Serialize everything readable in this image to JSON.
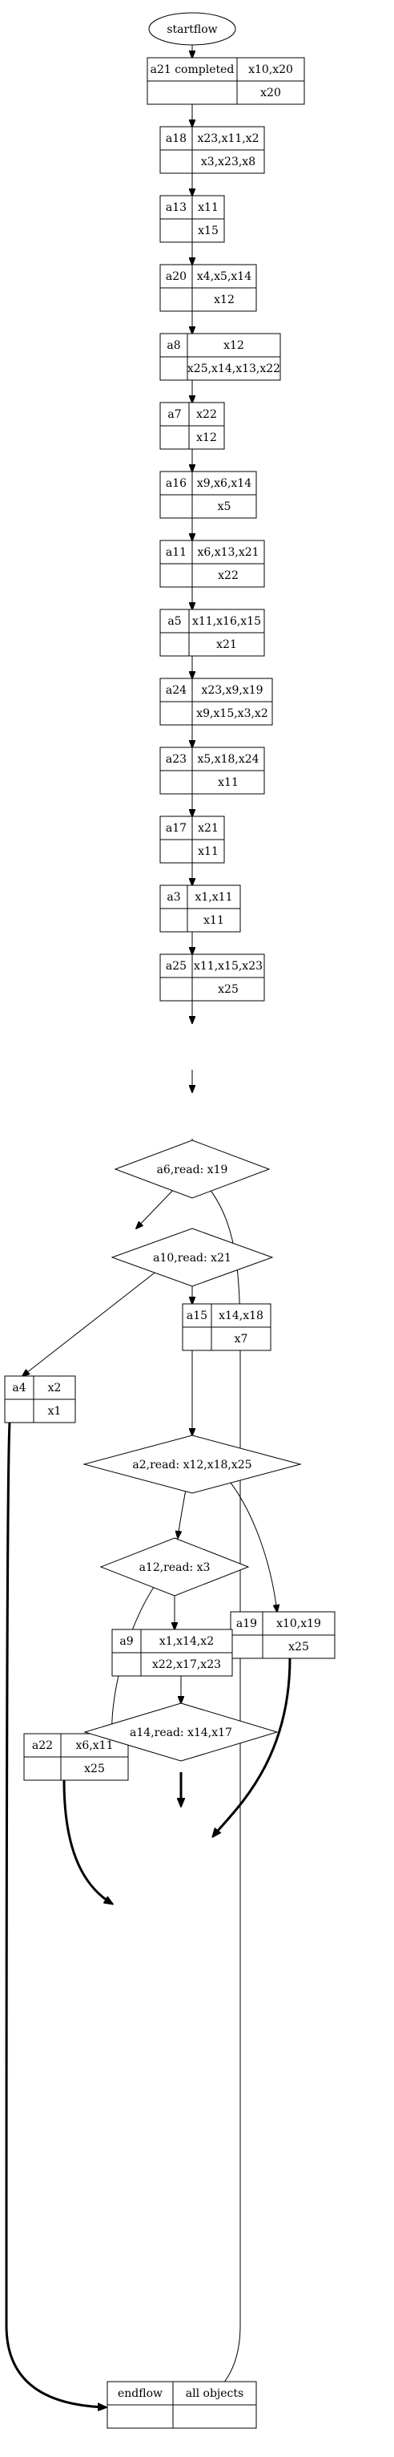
{
  "diagram": {
    "start": "startflow",
    "end": {
      "left": "endflow",
      "right": "all objects"
    },
    "activities": {
      "a21": {
        "name": "a21 completed",
        "top": "x10,x20",
        "bottom": "x20"
      },
      "a18": {
        "name": "a18",
        "top": "x23,x11,x2",
        "bottom": "x3,x23,x8"
      },
      "a13": {
        "name": "a13",
        "top": "x11",
        "bottom": "x15"
      },
      "a20": {
        "name": "a20",
        "top": "x4,x5,x14",
        "bottom": "x12"
      },
      "a8": {
        "name": "a8",
        "top": "x12",
        "bottom": "x25,x14,x13,x22"
      },
      "a7": {
        "name": "a7",
        "top": "x22",
        "bottom": "x12"
      },
      "a16": {
        "name": "a16",
        "top": "x9,x6,x14",
        "bottom": "x5"
      },
      "a11": {
        "name": "a11",
        "top": "x6,x13,x21",
        "bottom": "x22"
      },
      "a5": {
        "name": "a5",
        "top": "x11,x16,x15",
        "bottom": "x21"
      },
      "a24": {
        "name": "a24",
        "top": "x23,x9,x19",
        "bottom": "x9,x15,x3,x2"
      },
      "a23": {
        "name": "a23",
        "top": "x5,x18,x24",
        "bottom": "x11"
      },
      "a17": {
        "name": "a17",
        "top": "x21",
        "bottom": "x11"
      },
      "a3": {
        "name": "a3",
        "top": "x1,x11",
        "bottom": "x11"
      },
      "a25": {
        "name": "a25",
        "top": "x11,x15,x23",
        "bottom": "x25"
      },
      "a15": {
        "name": "a15",
        "top": "x14,x18",
        "bottom": "x7"
      },
      "a4": {
        "name": "a4",
        "top": "x2",
        "bottom": "x1"
      },
      "a19": {
        "name": "a19",
        "top": "x10,x19",
        "bottom": "x25"
      },
      "a9": {
        "name": "a9",
        "top": "x1,x14,x2",
        "bottom": "x22,x17,x23"
      },
      "a22": {
        "name": "a22",
        "top": "x6,x11",
        "bottom": "x25"
      }
    },
    "decisions": {
      "a6": "a6,read: x19",
      "a10": "a10,read: x21",
      "a2": "a2,read: x12,x18,x25",
      "a12": "a12,read: x3",
      "a14": "a14,read: x14,x17"
    }
  }
}
